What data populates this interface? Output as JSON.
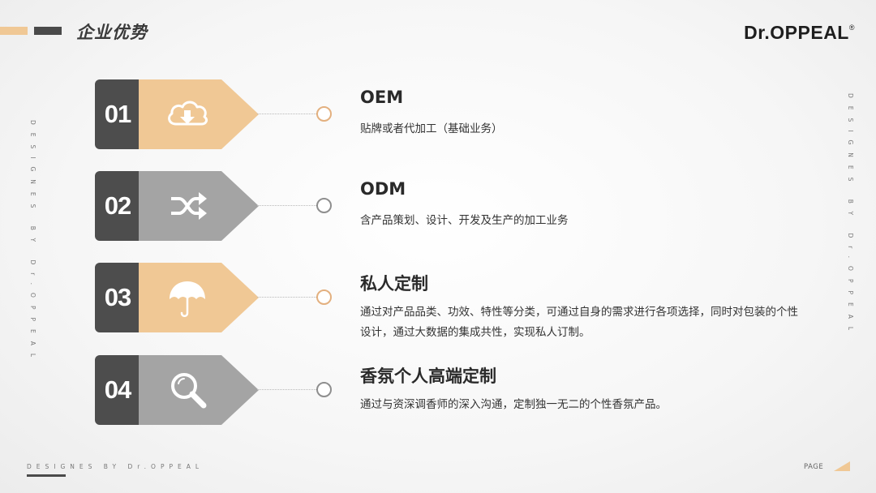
{
  "header": {
    "title": "企业优势",
    "logo": "Dr.OPPEAL",
    "logo_mark": "®"
  },
  "side_text": "DESIGNES BY Dr.OPPEAL",
  "colors": {
    "accent": "#f0c895",
    "dark": "#4d4d4d",
    "gray": "#a4a4a4"
  },
  "items": [
    {
      "number": "01",
      "title": "OEM",
      "description": "贴牌或者代加工（基础业务）",
      "icon": "cloud-download-icon",
      "style": "tan"
    },
    {
      "number": "02",
      "title": "ODM",
      "description": "含产品策划、设计、开发及生产的加工业务",
      "icon": "shuffle-icon",
      "style": "gray"
    },
    {
      "number": "03",
      "title": "私人定制",
      "description": "通过对产品品类、功效、特性等分类，可通过自身的需求进行各项选择，同时对包装的个性设计，通过大数据的集成共性，实现私人订制。",
      "icon": "umbrella-icon",
      "style": "tan"
    },
    {
      "number": "04",
      "title": "香氛个人高端定制",
      "description": "通过与资深调香师的深入沟通，定制独一无二的个性香氛产品。",
      "icon": "magnifier-icon",
      "style": "gray"
    }
  ],
  "footer": {
    "text": "DESIGNES BY Dr.OPPEAL",
    "page_label": "PAGE"
  }
}
